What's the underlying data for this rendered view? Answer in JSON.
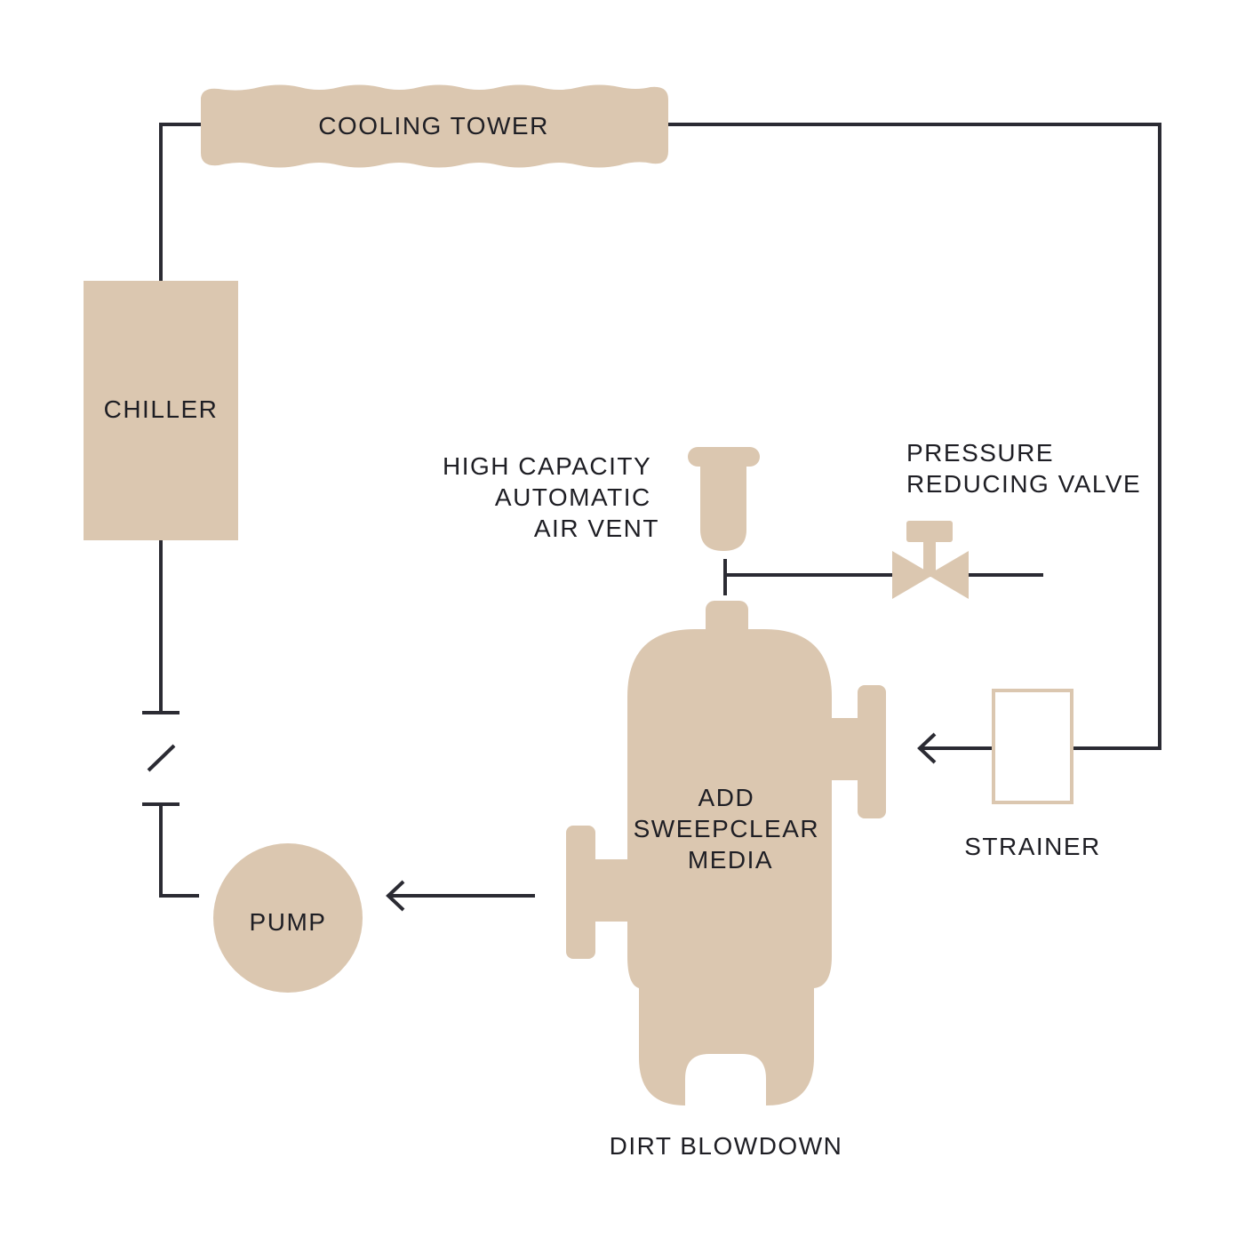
{
  "colors": {
    "equipment": "#dbc7b0",
    "pipe": "#2b2b33",
    "text": "#1e1e24",
    "background": "#ffffff"
  },
  "components": {
    "cooling_tower": "COOLING TOWER",
    "chiller": "CHILLER",
    "pump": "PUMP",
    "air_vent": [
      "HIGH CAPACITY",
      "AUTOMATIC",
      "AIR VENT"
    ],
    "pressure_reducing_valve": [
      "PRESSURE",
      "REDUCING VALVE"
    ],
    "separator": [
      "ADD",
      "SWEEPCLEAR",
      "MEDIA"
    ],
    "strainer": "STRAINER",
    "dirt_blowdown": "DIRT BLOWDOWN"
  }
}
